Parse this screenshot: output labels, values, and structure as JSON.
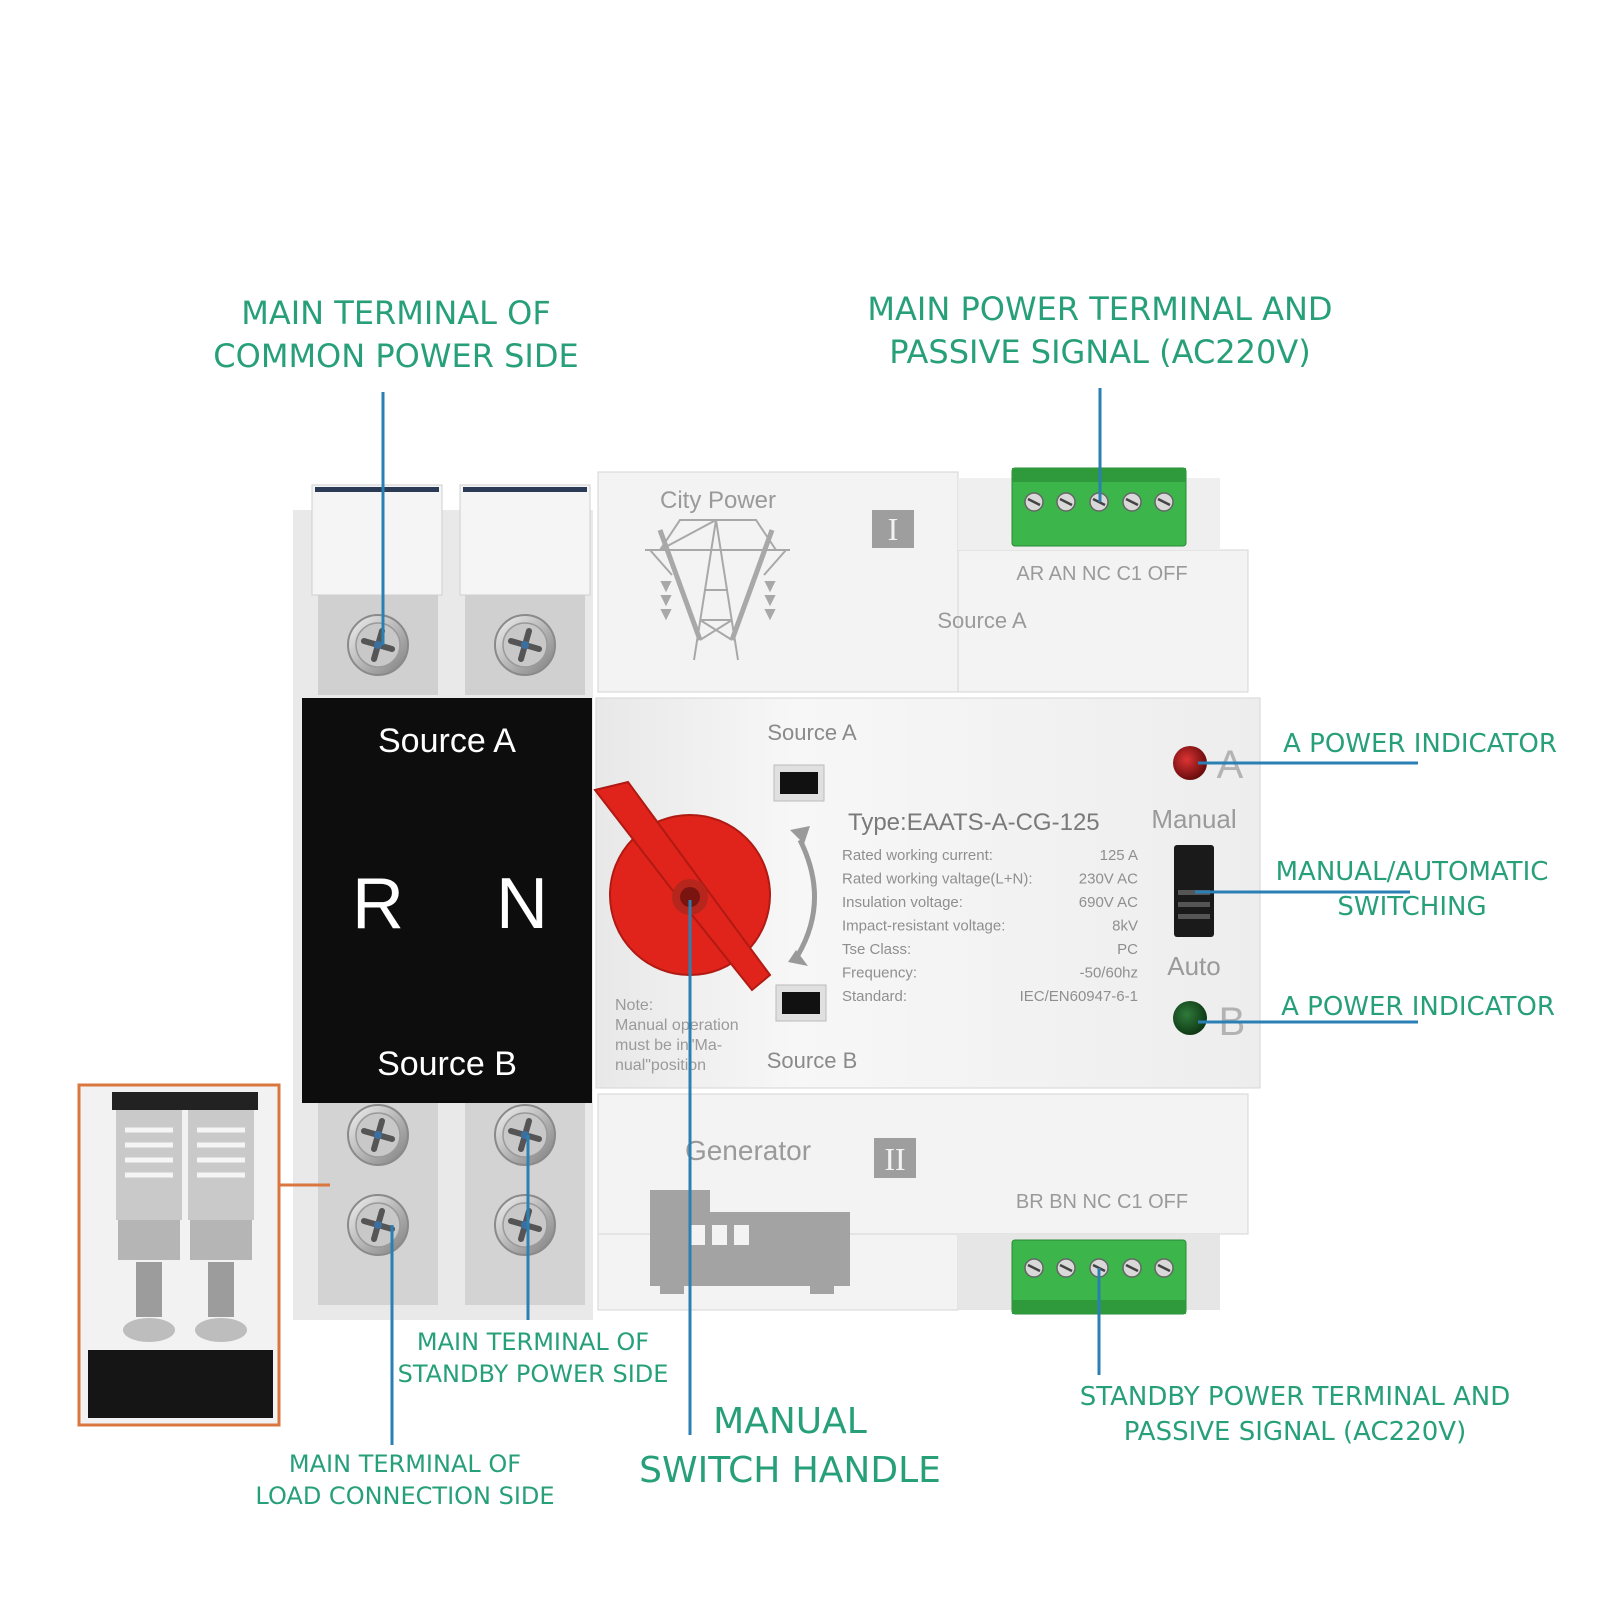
{
  "callouts": {
    "common_power": [
      "MAIN TERMINAL OF",
      "COMMON POWER SIDE"
    ],
    "main_power": [
      "MAIN POWER TERMINAL AND",
      "PASSIVE SIGNAL (AC220V)"
    ],
    "a_indicator": "A POWER INDICATOR",
    "switching": [
      "MANUAL/AUTOMATIC",
      "SWITCHING"
    ],
    "b_indicator": "A POWER INDICATOR",
    "standby_terminal": [
      "MAIN TERMINAL OF",
      "STANDBY POWER SIDE"
    ],
    "load_terminal": [
      "MAIN TERMINAL OF",
      "LOAD CONNECTION SIDE"
    ],
    "handle": [
      "MANUAL",
      "SWITCH HANDLE"
    ],
    "standby_power": [
      "STANDBY POWER TERMINAL AND",
      "PASSIVE SIGNAL (AC220V)"
    ]
  },
  "device": {
    "city_power": "City Power",
    "roman_1": "I",
    "roman_2": "II",
    "top_terminal_labels": "AR AN NC C1 OFF",
    "bottom_terminal_labels": "BR BN NC C1 OFF",
    "source_a": "Source A",
    "source_b": "Source B",
    "black_source_a": "Source A",
    "black_source_b": "Source B",
    "letter_r": "R",
    "letter_n": "N",
    "generator": "Generator",
    "type": "Type:EAATS-A-CG-125",
    "manual": "Manual",
    "auto": "Auto",
    "ind_a": "A",
    "ind_b": "B",
    "note": [
      "Note:",
      "Manual operation",
      "must be in\"Ma-",
      "nual\"position"
    ],
    "specs": [
      {
        "label": "Rated working current:",
        "value": "125    A"
      },
      {
        "label": "Rated working valtage(L+N):",
        "value": "230V AC"
      },
      {
        "label": "Insulation voltage:",
        "value": "690V AC"
      },
      {
        "label": "Impact-resistant voltage:",
        "value": "8kV"
      },
      {
        "label": "Tse Class:",
        "value": "PC"
      },
      {
        "label": "Frequency:",
        "value": "-50/60hz"
      },
      {
        "label": "Standard:",
        "value": "IEC/EN60947-6-1"
      }
    ]
  },
  "colors": {
    "callout_text": "#27a07a",
    "leader_line": "#2a7fb5",
    "handle_red": "#e0241b",
    "terminal_green": "#3cb54a",
    "inset_border": "#d9773f"
  }
}
